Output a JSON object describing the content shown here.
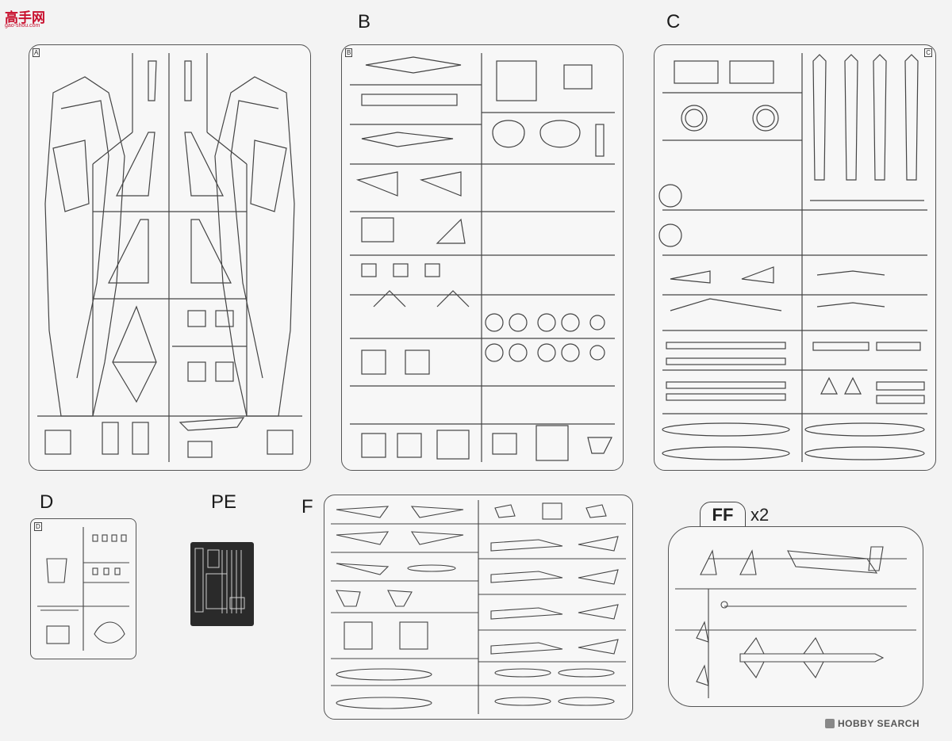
{
  "sprue_labels": {
    "b": "B",
    "c": "C",
    "d": "D",
    "pe": "PE",
    "f": "F",
    "ff": "FF",
    "ff_count": "x2"
  },
  "inner_tags": {
    "a": "A",
    "b": "B",
    "c": "C",
    "d": "D"
  },
  "watermark_site": {
    "cn": "高手网",
    "url": "gao-shou.com"
  },
  "watermark_brand": "HOBBY SEARCH",
  "colors": {
    "line": "#444444",
    "paper": "#f3f3f3",
    "pe_plate": "#2a2a2a",
    "brand_red": "#c8102e"
  }
}
